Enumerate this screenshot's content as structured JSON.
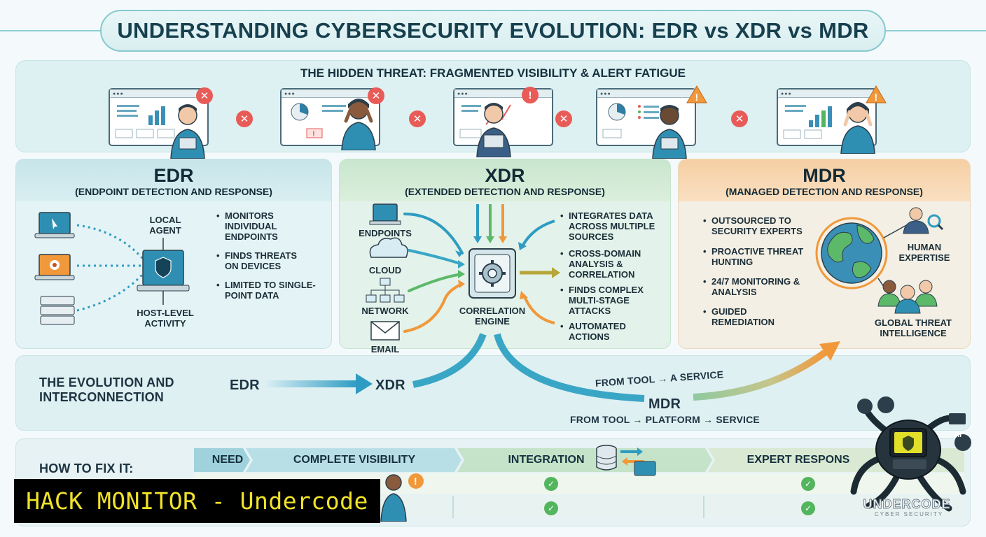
{
  "title": "UNDERSTANDING CYBERSECURITY EVOLUTION: EDR vs XDR vs MDR",
  "threat": {
    "title": "THE HIDDEN THREAT: FRAGMENTED VISIBILITY & ALERT FATIGUE"
  },
  "edr": {
    "name": "EDR",
    "subtitle": "(ENDPOINT DETECTION AND RESPONSE)",
    "agent_label": "LOCAL AGENT",
    "host_label": "HOST-LEVEL ACTIVITY",
    "bullets": [
      "MONITORS INDIVIDUAL ENDPOINTS",
      "FINDS THREATS ON DEVICES",
      "LIMITED TO SINGLE-POINT DATA"
    ]
  },
  "xdr": {
    "name": "XDR",
    "subtitle": "(EXTENDED DETECTION AND RESPONSE)",
    "sources": [
      "ENDPOINTS",
      "CLOUD",
      "NETWORK",
      "EMAIL"
    ],
    "engine_label": "CORRELATION ENGINE",
    "bullets": [
      "INTEGRATES DATA ACROSS MULTIPLE SOURCES",
      "CROSS-DOMAIN ANALYSIS & CORRELATION",
      "FINDS COMPLEX MULTI-STAGE ATTACKS",
      "AUTOMATED ACTIONS"
    ]
  },
  "mdr": {
    "name": "MDR",
    "subtitle": "(MANAGED DETECTION AND RESPONSE)",
    "bullets": [
      "OUTSOURCED TO SECURITY EXPERTS",
      "PROACTIVE THREAT HUNTING",
      "24/7 MONITORING & ANALYSIS",
      "GUIDED REMEDIATION"
    ],
    "human_label": "HUMAN EXPERTISE",
    "intel_label": "GLOBAL THREAT INTELLIGENCE"
  },
  "evolution": {
    "title": "THE EVOLUTION AND INTERCONNECTION",
    "edr": "EDR",
    "xdr": "XDR",
    "mdr": "MDR",
    "from_tool_service": "FROM TOOL → A SERVICE",
    "from_tool_platform": "FROM TOOL → PLATFORM → SERVICE"
  },
  "fix": {
    "title": "HOW TO FIX IT:",
    "need": "NEED",
    "visibility": "COMPLETE VISIBILITY",
    "integration": "INTEGRATION",
    "expert": "EXPERT RESPONS"
  },
  "banner": "HACK MONITOR - Undercode",
  "logo": {
    "brand": "UNDERCODE",
    "sub": "CYBER SECURITY",
    "ai": "AI"
  },
  "colors": {
    "edr_head": "#cfe8ec",
    "xdr_head": "#d4ead6",
    "mdr_head": "#f8d6b0",
    "alert_red": "#e85b57",
    "warn_orange": "#f0983a",
    "check_green": "#53b55d"
  }
}
